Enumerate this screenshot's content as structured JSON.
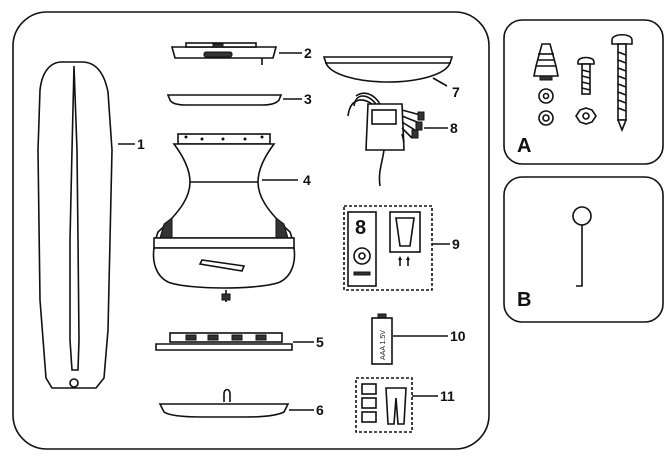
{
  "parts": [
    {
      "number": "1",
      "component": "blade"
    },
    {
      "number": "2",
      "component": "mounting-bracket"
    },
    {
      "number": "3",
      "component": "canopy-ring"
    },
    {
      "number": "4",
      "component": "motor-housing"
    },
    {
      "number": "5",
      "component": "light-kit-plate"
    },
    {
      "number": "6",
      "component": "glass-cover"
    },
    {
      "number": "7",
      "component": "canopy"
    },
    {
      "number": "8",
      "component": "receiver"
    },
    {
      "number": "9",
      "component": "remote-control-and-holder"
    },
    {
      "number": "10",
      "component": "battery"
    },
    {
      "number": "11",
      "component": "balancing-kit"
    }
  ],
  "hardware": {
    "a_label": "A",
    "b_label": "B"
  },
  "battery_text": "AAA 1.5V",
  "remote_digit": "8"
}
